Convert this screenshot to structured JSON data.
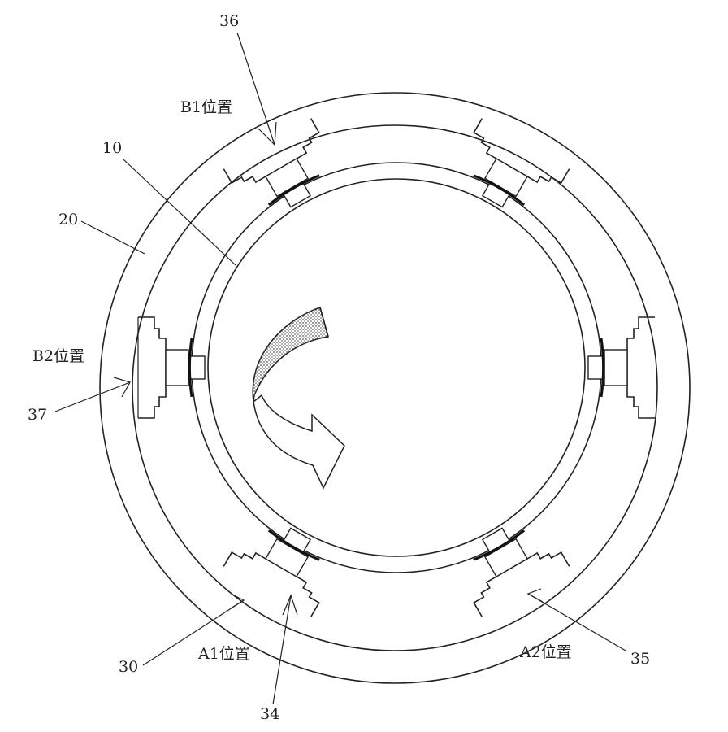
{
  "labels": {
    "n36": "36",
    "b1": "B1位置",
    "n10": "10",
    "n20": "20",
    "b2": "B2位置",
    "n37": "37",
    "n30": "30",
    "a1": "A1位置",
    "n34": "34",
    "a2": "A2位置",
    "n35": "35"
  },
  "colors": {
    "line": "#222222",
    "arrow_fill": "#bdbdbd"
  },
  "icons": {
    "rotation": "curved-rotation-arrow-icon"
  }
}
